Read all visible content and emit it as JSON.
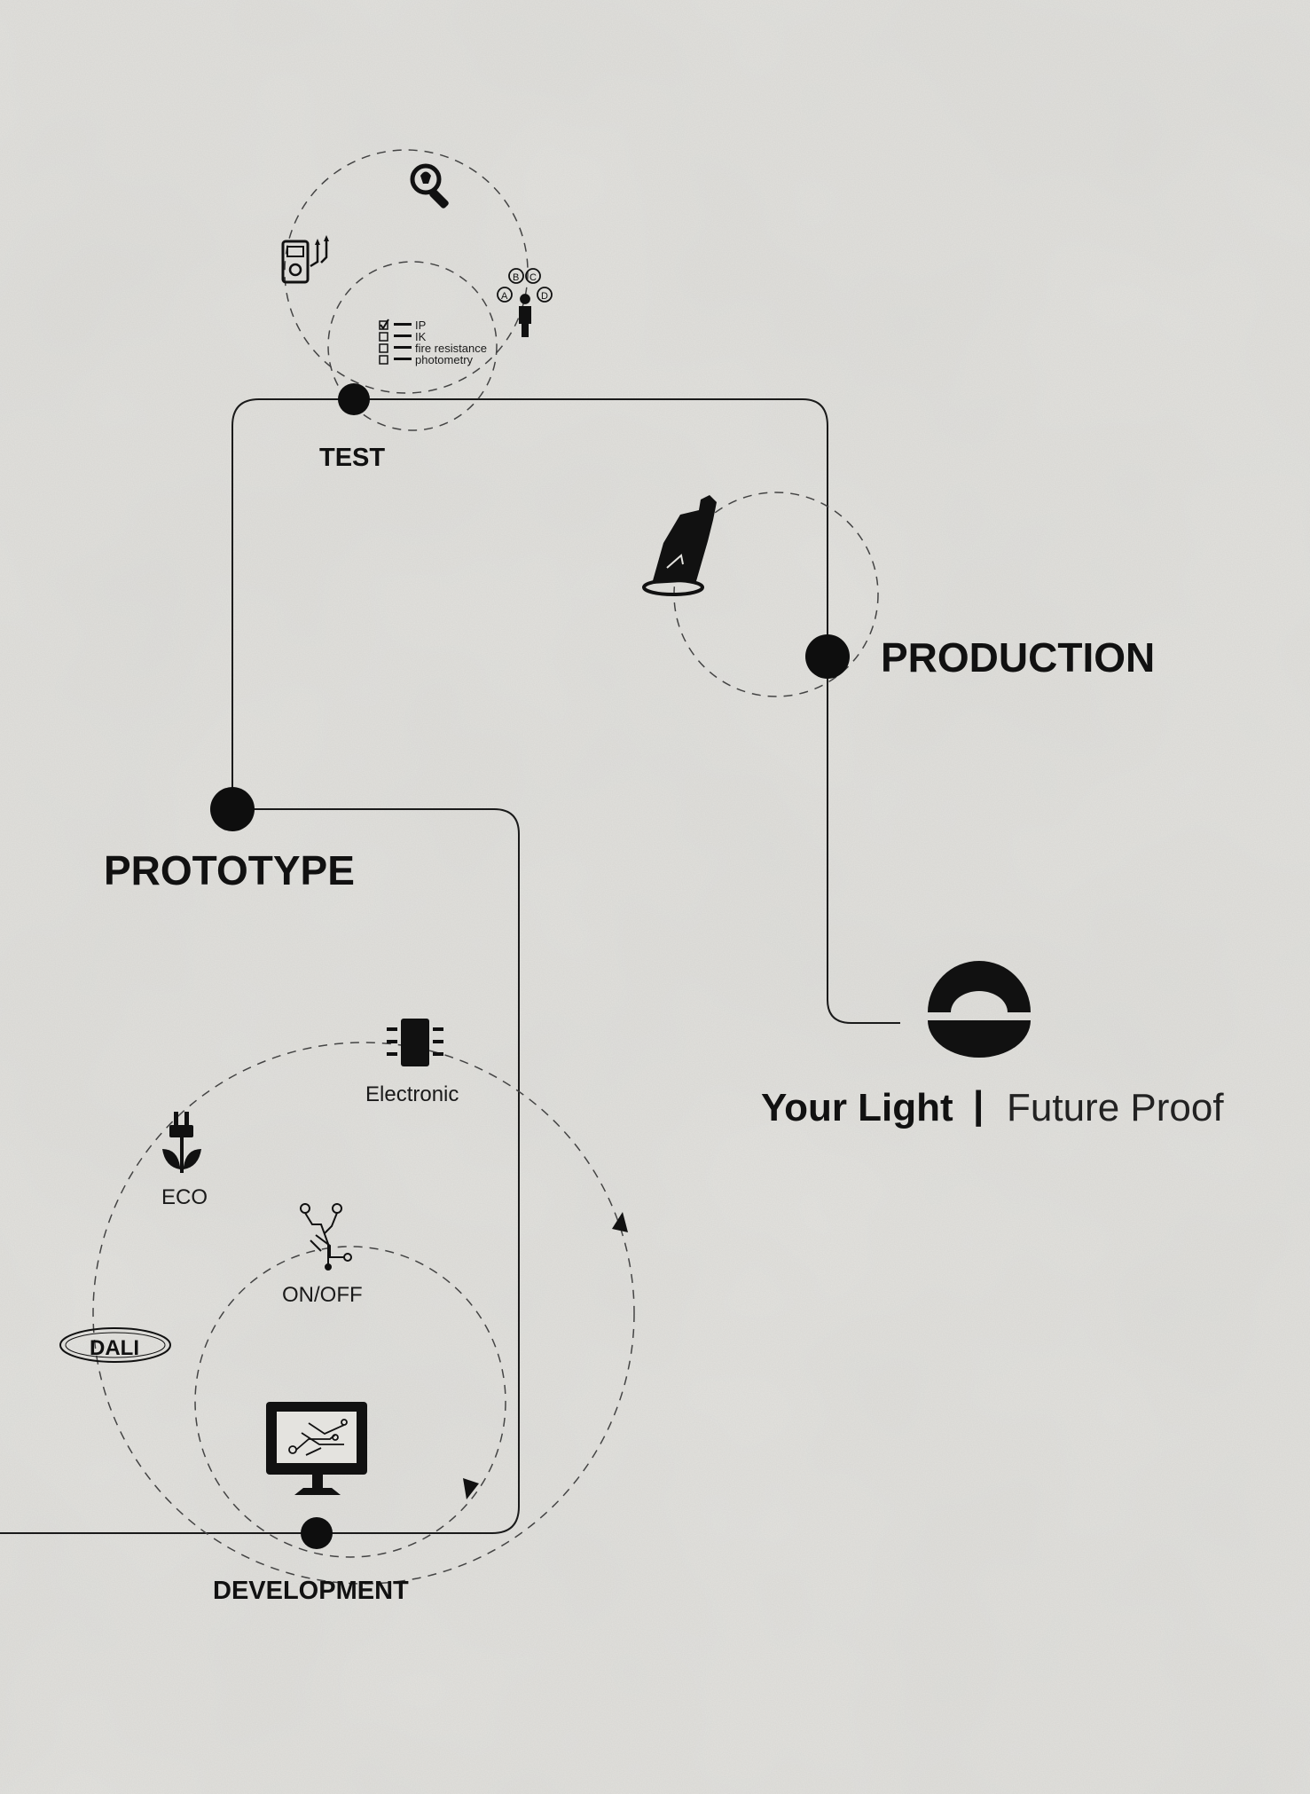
{
  "stages": {
    "test": "TEST",
    "production": "PRODUCTION",
    "prototype": "PROTOTYPE",
    "development": "DEVELOPMENT"
  },
  "test_checklist": [
    "IP",
    "IK",
    "fire resistance",
    "photometry"
  ],
  "development_labels": {
    "electronic": "Electronic",
    "eco": "ECO",
    "onoff": "ON/OFF",
    "dali": "DALI"
  },
  "tagline": {
    "strong": "Your Light",
    "separator": "|",
    "light": "Future Proof"
  },
  "icons": [
    "magnifier-lamp-icon",
    "multimeter-icon",
    "abcd-person-icon",
    "checklist-icon",
    "downlight-icon",
    "brand-logo",
    "chip-icon",
    "eco-plug-icon",
    "circuit-icon",
    "dali-icon",
    "monitor-circuit-icon"
  ],
  "colors": {
    "background": "#e4e3df",
    "ink": "#111111"
  }
}
